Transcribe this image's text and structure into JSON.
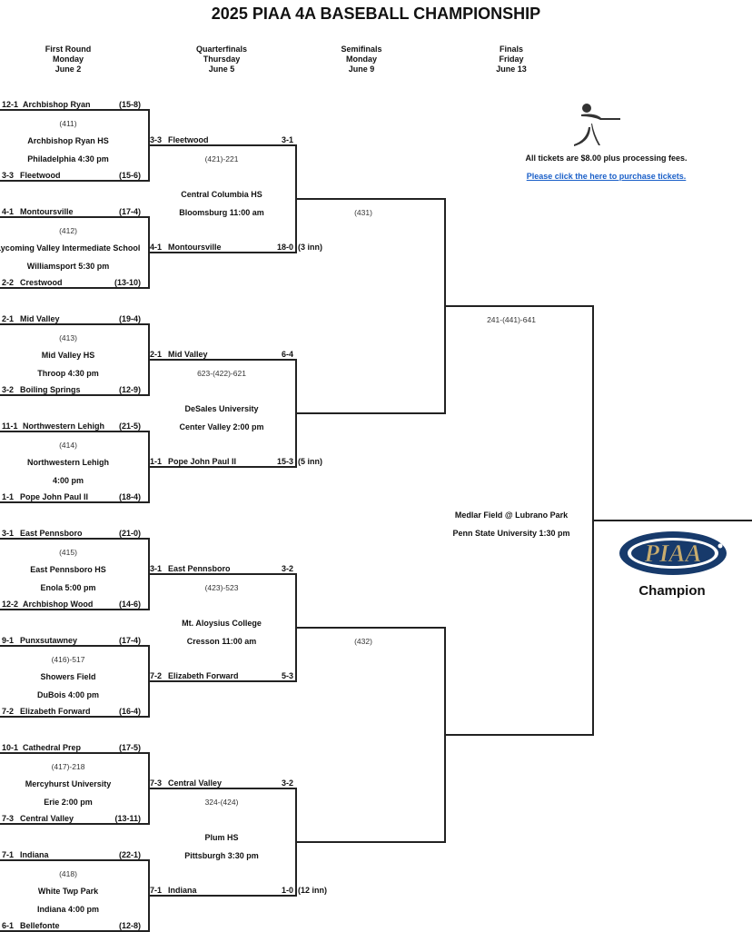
{
  "title": "2025 PIAA 4A BASEBALL CHAMPIONSHIP",
  "headers": [
    {
      "round": "First Round",
      "day": "Monday",
      "date": "June 2"
    },
    {
      "round": "Quarterfinals",
      "day": "Thursday",
      "date": "June 5"
    },
    {
      "round": "Semifinals",
      "day": "Monday",
      "date": "June 9"
    },
    {
      "round": "Finals",
      "day": "Friday",
      "date": "June 13"
    }
  ],
  "tickets": {
    "text": "All tickets are $8.00 plus processing fees.",
    "link": "Please click the here to purchase tickets.",
    "icon": "baseball-batter-icon"
  },
  "first_round": [
    {
      "top": {
        "seed": "12-1",
        "name": "Archbishop Ryan",
        "record": "(15-8)"
      },
      "code": "(411)",
      "venue": "Archbishop Ryan HS",
      "city": "Philadelphia 4:30 pm",
      "bottom": {
        "seed": "3-3",
        "name": "Fleetwood",
        "record": "(15-6)"
      }
    },
    {
      "top": {
        "seed": "4-1",
        "name": "Montoursville",
        "record": "(17-4)"
      },
      "code": "(412)",
      "venue": "Lycoming Valley Intermediate School",
      "city": "Williamsport 5:30 pm",
      "bottom": {
        "seed": "2-2",
        "name": "Crestwood",
        "record": "(13-10)"
      }
    },
    {
      "top": {
        "seed": "2-1",
        "name": "Mid Valley",
        "record": "(19-4)"
      },
      "code": "(413)",
      "venue": "Mid Valley HS",
      "city": "Throop 4:30 pm",
      "bottom": {
        "seed": "3-2",
        "name": "Boiling Springs",
        "record": "(12-9)"
      }
    },
    {
      "top": {
        "seed": "11-1",
        "name": "Northwestern Lehigh",
        "record": "(21-5)"
      },
      "code": "(414)",
      "venue": "Northwestern Lehigh",
      "city": "4:00 pm",
      "bottom": {
        "seed": "1-1",
        "name": "Pope John Paul II",
        "record": "(18-4)"
      }
    },
    {
      "top": {
        "seed": "3-1",
        "name": "East Pennsboro",
        "record": "(21-0)"
      },
      "code": "(415)",
      "venue": "East Pennsboro HS",
      "city": "Enola 5:00 pm",
      "bottom": {
        "seed": "12-2",
        "name": "Archbishop Wood",
        "record": "(14-6)"
      }
    },
    {
      "top": {
        "seed": "9-1",
        "name": "Punxsutawney",
        "record": "(17-4)"
      },
      "code": "(416)-517",
      "venue": "Showers Field",
      "city": "DuBois 4:00 pm",
      "bottom": {
        "seed": "7-2",
        "name": "Elizabeth Forward",
        "record": "(16-4)"
      }
    },
    {
      "top": {
        "seed": "10-1",
        "name": "Cathedral Prep",
        "record": "(17-5)"
      },
      "code": "(417)-218",
      "venue": "Mercyhurst University",
      "city": "Erie 2:00 pm",
      "bottom": {
        "seed": "7-3",
        "name": "Central Valley",
        "record": "(13-11)"
      }
    },
    {
      "top": {
        "seed": "7-1",
        "name": "Indiana",
        "record": "(22-1)"
      },
      "code": "(418)",
      "venue": "White Twp Park",
      "city": "Indiana 4:00 pm",
      "bottom": {
        "seed": "6-1",
        "name": "Bellefonte",
        "record": "(12-8)"
      }
    }
  ],
  "quarterfinals": [
    {
      "top": {
        "seed": "3-3",
        "name": "Fleetwood",
        "score": "3-1"
      },
      "code": "(421)-221",
      "venue": "Central Columbia HS",
      "city": "Bloomsburg 11:00 am",
      "bottom": {
        "seed": "4-1",
        "name": "Montoursville",
        "score": "18-0",
        "note": "(3 inn)"
      }
    },
    {
      "top": {
        "seed": "2-1",
        "name": "Mid Valley",
        "score": "6-4"
      },
      "code": "623-(422)-621",
      "venue": "DeSales University",
      "city": "Center Valley 2:00 pm",
      "bottom": {
        "seed": "1-1",
        "name": "Pope John Paul II",
        "score": "15-3",
        "note": "(5 inn)"
      }
    },
    {
      "top": {
        "seed": "3-1",
        "name": "East Pennsboro",
        "score": "3-2"
      },
      "code": "(423)-523",
      "venue": "Mt. Aloysius College",
      "city": "Cresson 11:00 am",
      "bottom": {
        "seed": "7-2",
        "name": "Elizabeth Forward",
        "score": "5-3",
        "note": ""
      }
    },
    {
      "top": {
        "seed": "7-3",
        "name": "Central Valley",
        "score": "3-2"
      },
      "code": "324-(424)",
      "venue": "Plum HS",
      "city": "Pittsburgh 3:30 pm",
      "bottom": {
        "seed": "7-1",
        "name": "Indiana",
        "score": "1-0",
        "note": "(12 inn)"
      }
    }
  ],
  "semifinals": [
    {
      "code": "(431)"
    },
    {
      "code": "(432)"
    }
  ],
  "finals": {
    "code": "241-(441)-641",
    "venue": "Medlar Field @ Lubrano Park",
    "city": "Penn State University 1:30 pm"
  },
  "champion": {
    "label": "Champion",
    "logo_text": "PIAA"
  },
  "colors": {
    "navy": "#173a6b",
    "gold": "#c8ac6e",
    "link": "#1a5fc8"
  }
}
